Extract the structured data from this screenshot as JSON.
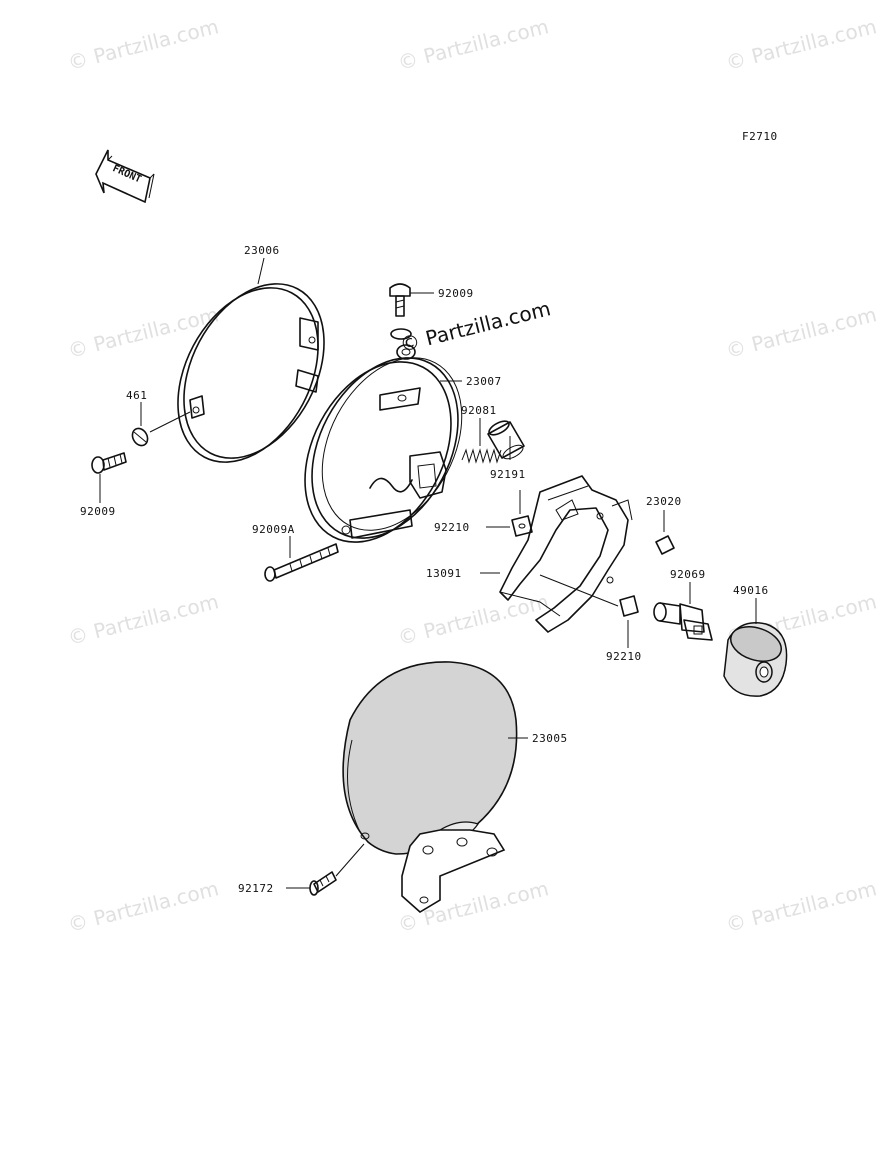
{
  "diagram": {
    "code": "F2710",
    "front_label": "FRONT",
    "watermark": "© Partzilla.com",
    "watermark_center": "© Partzilla.com",
    "parts": {
      "p23006": "23006",
      "p92009_top": "92009",
      "p461": "461",
      "p92009_left": "92009",
      "p23007": "23007",
      "p92081": "92081",
      "p92191": "92191",
      "p92009A": "92009A",
      "p92210_top": "92210",
      "p13091": "13091",
      "p23020": "23020",
      "p92069": "92069",
      "p49016": "49016",
      "p92210_bottom": "92210",
      "p23005": "23005",
      "p92172": "92172"
    }
  }
}
